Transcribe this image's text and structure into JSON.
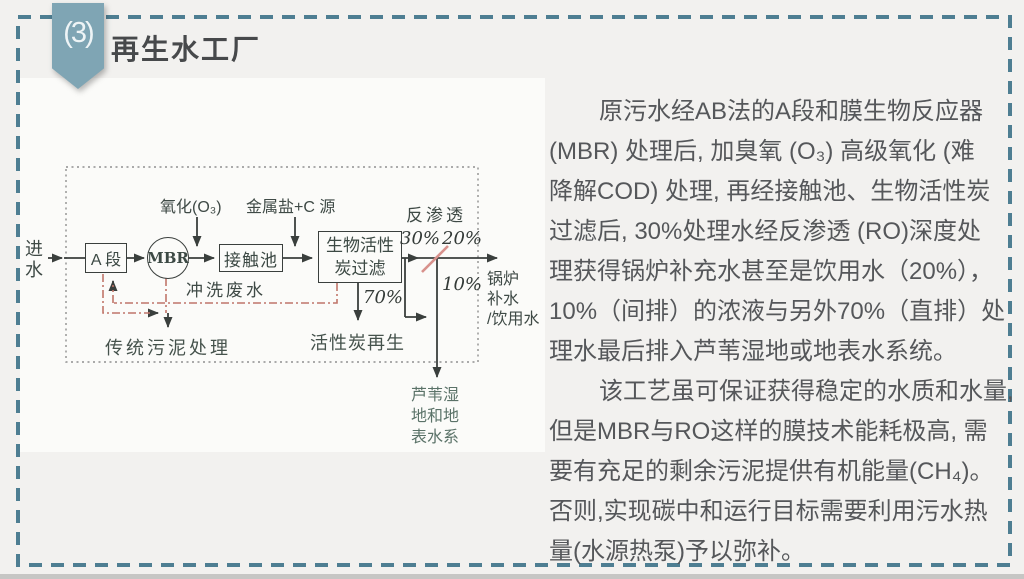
{
  "slide": {
    "badge": "(3)",
    "title": "再生水工厂",
    "accent_color": "#4e7e92",
    "ribbon_color": "#7fa5b4"
  },
  "diagram": {
    "inlet": "进水",
    "node_a": "A 段",
    "node_mbr": "MBR",
    "node_contact": "接触池",
    "node_bac": "生物活性\n炭过滤",
    "ozone": "氧化(O₃)",
    "dosing": "金属盐+C 源",
    "backwash": "冲洗废水",
    "sludge": "传统污泥处理",
    "regen": "活性炭再生",
    "ro": "反渗透",
    "pct30": "30%",
    "pct20": "20%",
    "pct10": "10%",
    "pct70": "70%",
    "boiler": "锅炉\n补水\n/饮用水",
    "wetland": "芦苇湿\n地和地\n表水系"
  },
  "body": {
    "lines": [
      "原污水经AB法的A段和膜生物反应器",
      "(MBR) 处理后, 加臭氧 (O₃) 高级氧化 (难",
      "降解COD) 处理, 再经接触池、生物活性炭",
      "过滤后, 30%处理水经反渗透 (RO)深度处",
      "理获得锅炉补充水甚至是饮用水（20%），",
      "10%（间排）的浓液与另外70%（直排）处",
      "理水最后排入芦苇湿地或地表水系统。",
      "该工艺虽可保证获得稳定的水质和水量,",
      "但是MBR与RO这样的膜技术能耗极高, 需",
      "要有充足的剩余污泥提供有机能量(CH₄)。",
      "否则,实现碳中和运行目标需要利用污水热",
      "量(水源热泵)予以弥补。"
    ]
  }
}
